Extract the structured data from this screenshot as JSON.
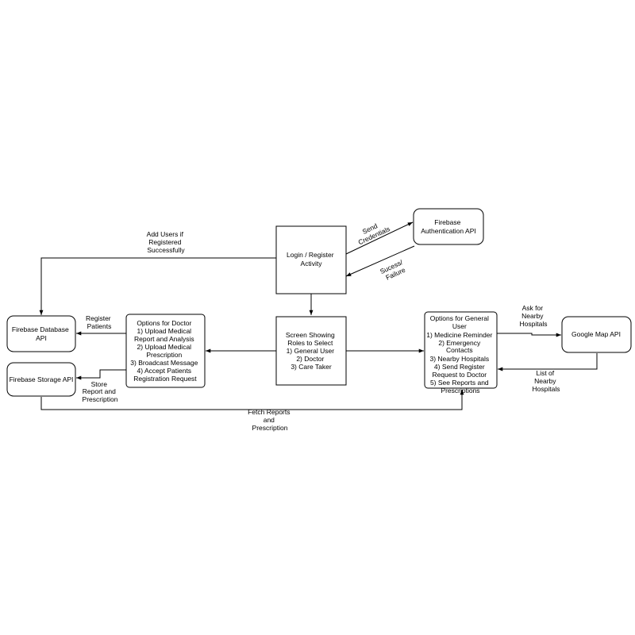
{
  "nodes": {
    "login": {
      "lines": [
        "Login / Register",
        "Activity"
      ]
    },
    "auth": {
      "lines": [
        "Firebase",
        "Authentication API"
      ]
    },
    "roles": {
      "lines": [
        "Screen Showing",
        "Roles to Select",
        "1) General User",
        "2) Doctor",
        "3) Care Taker"
      ]
    },
    "doctor": {
      "lines": [
        "Options for Doctor",
        "1) Upload Medical",
        "Report and Analysis",
        "2) Upload Medical",
        "Prescription",
        "3) Broadcast Message",
        "4) Accept Patients",
        "Registration Request"
      ]
    },
    "general": {
      "lines": [
        "Options for General",
        "User",
        "1) Medicine Reminder",
        "2) Emergency",
        "Contacts",
        "3) Nearby Hospitals",
        "4) Send Register",
        "Request to Doctor",
        "5) See Reports and",
        "Prescriptions"
      ]
    },
    "database": {
      "lines": [
        "Firebase Database",
        "API"
      ]
    },
    "storage": {
      "lines": [
        "Firebase Storage API"
      ]
    },
    "maps": {
      "lines": [
        "Google Map API"
      ]
    }
  },
  "edges": {
    "send_credentials": {
      "lines": [
        "Send",
        "Credentials"
      ]
    },
    "success_failure": {
      "lines": [
        "Sucess/",
        "Failure"
      ]
    },
    "add_users": {
      "lines": [
        "Add Users if",
        "Registered",
        "Successfully"
      ]
    },
    "register_patients": {
      "lines": [
        "Register",
        "Patients"
      ]
    },
    "store_report": {
      "lines": [
        "Store",
        "Report and",
        "Prescription"
      ]
    },
    "ask_hospitals": {
      "lines": [
        "Ask for",
        "Nearby",
        "Hospitals"
      ]
    },
    "list_hospitals": {
      "lines": [
        "List of",
        "Nearby",
        "Hospitals"
      ]
    },
    "fetch_reports": {
      "lines": [
        "Fetch Reports",
        "and",
        "Prescription"
      ]
    }
  }
}
